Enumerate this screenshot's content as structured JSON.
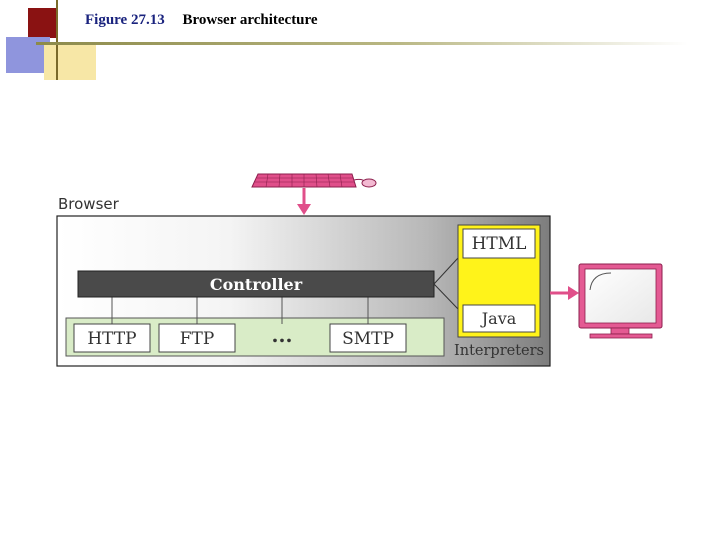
{
  "slide": {
    "figure_number": "Figure 27.13",
    "caption": "Browser architecture"
  },
  "diagram": {
    "container_label": "Browser",
    "controller_label": "Controller",
    "clients": [
      "HTTP",
      "FTP",
      "...",
      "SMTP"
    ],
    "interpreters": [
      "HTML",
      "Java"
    ],
    "interpreters_label": "Interpreters",
    "input_device": "keyboard-and-mouse-icon",
    "output_device": "monitor-icon"
  },
  "colors": {
    "keyboard": "#e04f8a",
    "monitor": "#e45a93",
    "arrow": "#e04f8a",
    "controller": "#4a4a4a",
    "client_bar": "#d9ecc7",
    "interpreter_bg": "#fff31a"
  }
}
